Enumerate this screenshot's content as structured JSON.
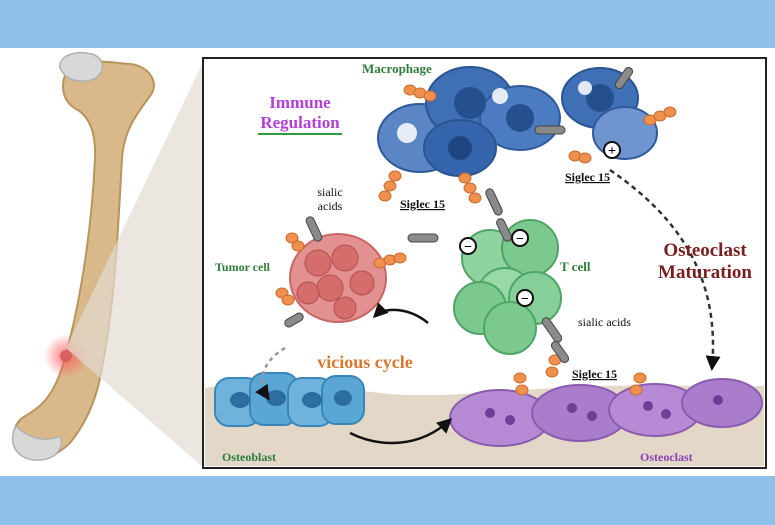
{
  "colors": {
    "banner": "#8ec1ea",
    "bone": "#d9b98a",
    "macrophage": "#3f6fb5",
    "tcell": "#7cc98f",
    "tumor": "#d97878",
    "osteoblast": "#6fb3dc",
    "osteoclast": "#b78ad6",
    "siglec": "#f0904e",
    "immune_title": "#b23fd6",
    "maturation": "#7a1f1f",
    "vicious": "#d9782f"
  },
  "labels": {
    "macrophage": "Macrophage",
    "immune_regulation_line1": "Immune",
    "immune_regulation_line2": "Regulation",
    "sialic_acids_left_line1": "sialic",
    "sialic_acids_left_line2": "acids",
    "siglec_center": "Siglec 15",
    "siglec_right": "Siglec 15",
    "siglec_bottom": "Siglec 15",
    "tumor_cell": "Tumor cell",
    "t_cell": "T cell",
    "osteoclast_maturation_line1": "Osteoclast",
    "osteoclast_maturation_line2": "Maturation",
    "sialic_acids_right": "sialic acids",
    "vicious_cycle": "vicious cycle",
    "osteoblast": "Osteoblast",
    "osteoclast": "Osteoclast"
  },
  "signs": {
    "plus": "+",
    "minus": "−"
  }
}
